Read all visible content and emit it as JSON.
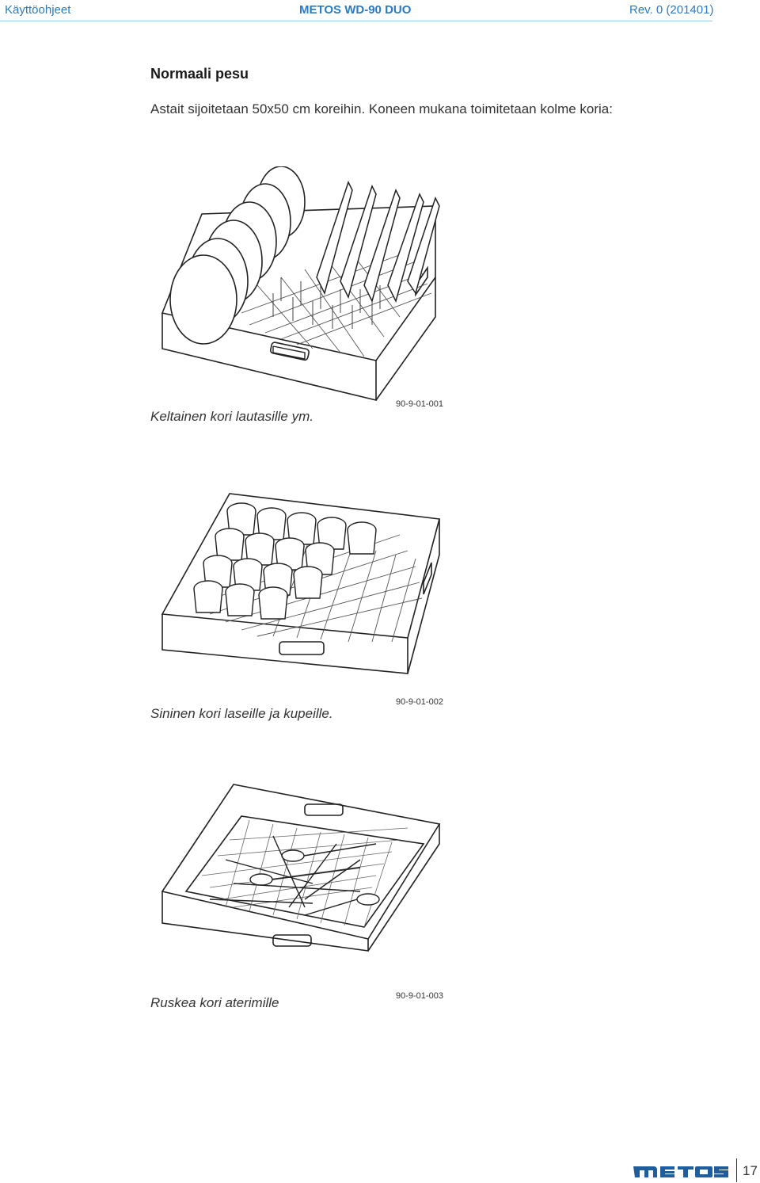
{
  "header": {
    "left": "Käyttöohjeet",
    "center": "METOS WD-90 DUO",
    "right": "Rev. 0 (201401)"
  },
  "section": {
    "title": "Normaali pesu",
    "intro": "Astait sijoitetaan 50x50 cm koreihin. Koneen mukana toimitetaan kolme koria:"
  },
  "figures": [
    {
      "caption": "Keltainen kori lautasille ym.",
      "code": "90-9-01-001",
      "icon": "plate-rack-illustration"
    },
    {
      "caption": "Sininen kori laseille ja kupeille.",
      "code": "90-9-01-002",
      "icon": "cup-rack-illustration"
    },
    {
      "caption": "Ruskea kori aterimille",
      "code": "90-9-01-003",
      "icon": "cutlery-rack-illustration"
    }
  ],
  "footer": {
    "logo": "metos",
    "page": "17"
  },
  "colors": {
    "header_blue": "#2a7bbf",
    "logo_blue": "#1f5d9c"
  }
}
